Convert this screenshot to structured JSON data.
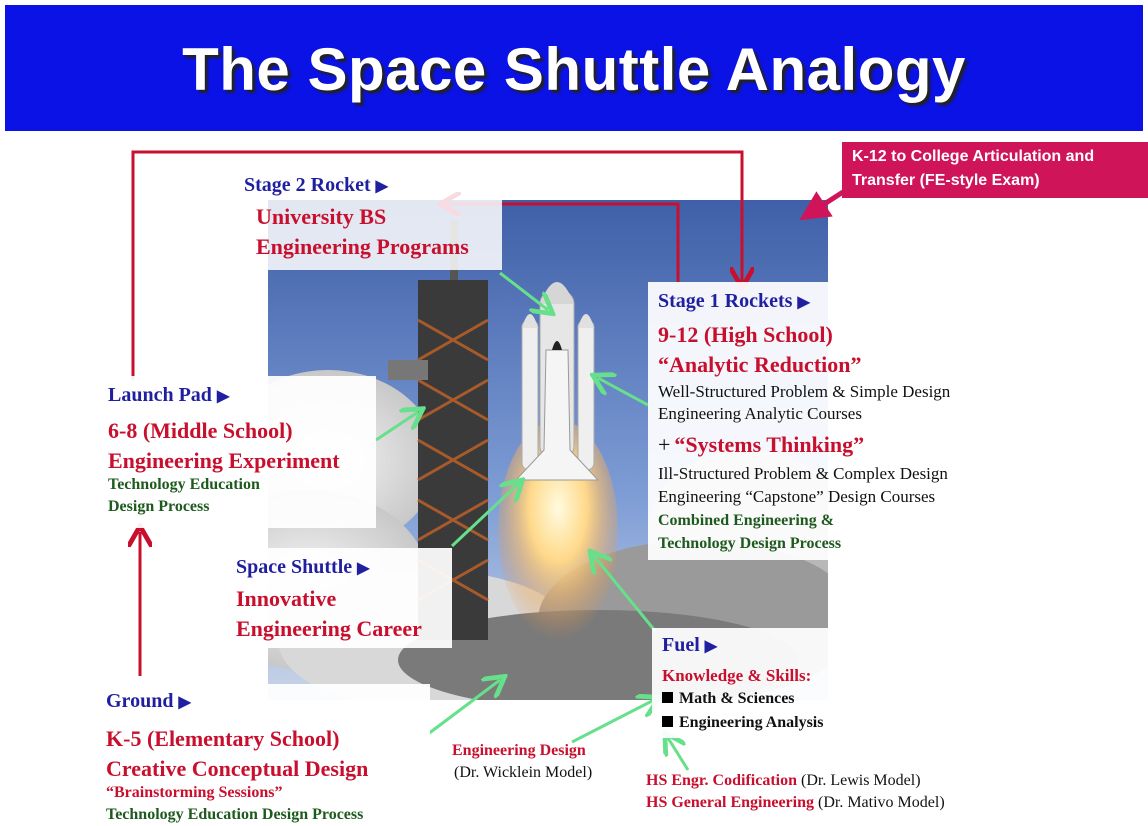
{
  "title": "The Space Shuttle Analogy",
  "callout": {
    "line1": "K-12 to College Articulation and",
    "line2": "Transfer  (FE-style Exam)"
  },
  "stage2": {
    "heading": "Stage 2 Rocket",
    "line1": "University BS",
    "line2": "Engineering Programs"
  },
  "stage1": {
    "heading": "Stage 1 Rockets",
    "line1": "9-12 (High School)",
    "line2": "“Analytic Reduction”",
    "line3": "Well-Structured Problem & Simple Design",
    "line4": "Engineering Analytic Courses",
    "plus": "+",
    "line5": "“Systems Thinking”",
    "line6": "Ill-Structured Problem & Complex Design",
    "line7": "Engineering “Capstone” Design Courses",
    "line8": "Combined Engineering &",
    "line9": "Technology Design Process"
  },
  "launchpad": {
    "heading": "Launch Pad",
    "line1": "6-8 (Middle School)",
    "line2": "Engineering Experiment",
    "line3": "Technology Education",
    "line4": "Design Process"
  },
  "shuttle": {
    "heading": "Space Shuttle",
    "line1": "Innovative",
    "line2": "Engineering Career"
  },
  "fuel": {
    "heading": "Fuel",
    "line1": "Knowledge & Skills:",
    "item1": "Math & Sciences",
    "item2": "Engineering Analysis"
  },
  "ground": {
    "heading": "Ground",
    "line1": "K-5 (Elementary School)",
    "line2": "Creative Conceptual Design",
    "line3": "“Brainstorming Sessions”",
    "line4": "Technology Education Design Process"
  },
  "eng_design": {
    "line1": "Engineering Design",
    "line2": "(Dr. Wicklein Model)"
  },
  "hs": {
    "line1_red": "HS Engr. Codification",
    "line1_black": " (Dr. Lewis Model)",
    "line2_red": "HS General Engineering",
    "line2_black": " (Dr. Mativo Model)"
  },
  "triangle": "▶",
  "colors": {
    "banner": "#0a12e6",
    "heading_blue": "#1f1fa0",
    "text_red": "#c8102e",
    "text_green": "#1e5a1e",
    "arrow_red": "#c8102e",
    "arrow_green": "#66e08a",
    "callout_pink": "#d0145a"
  }
}
